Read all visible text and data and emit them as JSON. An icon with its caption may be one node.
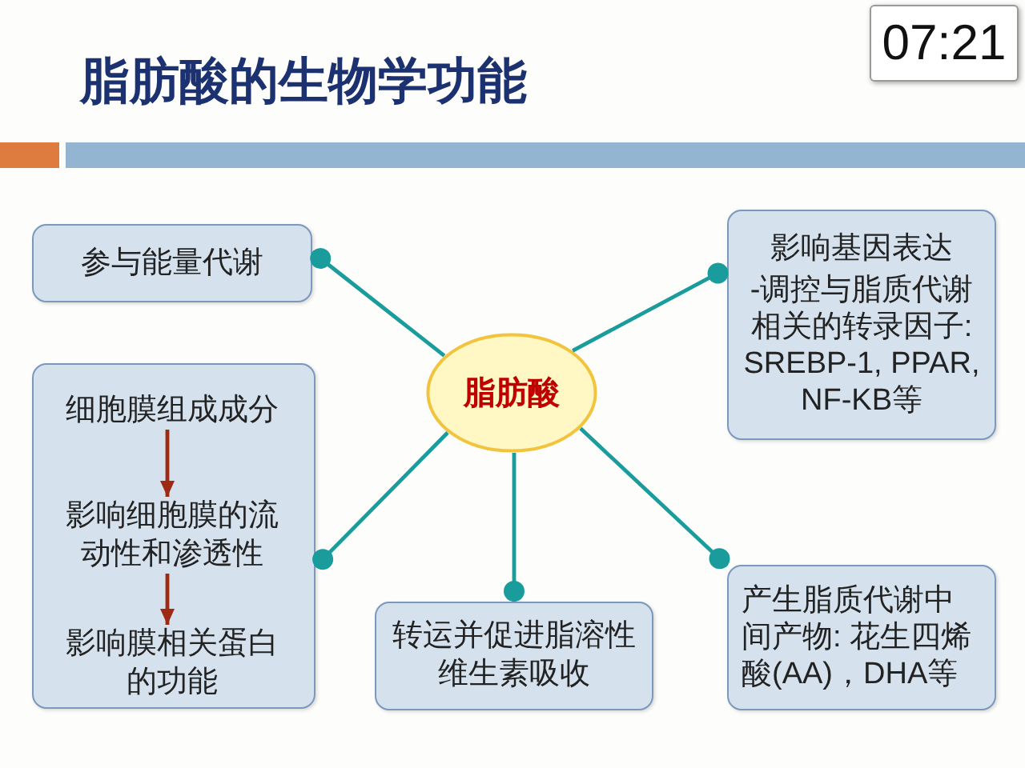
{
  "diagram": {
    "title": "脂肪酸的生物学功能",
    "nodes": [
      {
        "text": [
          "脂肪酸"
        ]
      },
      {
        "text": [
          "参与能量代谢"
        ]
      },
      {
        "text": [],
        "shape": "box"
      },
      {
        "text": [
          "细胞膜组成成分"
        ],
        "in": 2
      },
      {
        "text": [
          "影响细胞膜的流动性和渗透性"
        ],
        "in": 2
      },
      {
        "text": [
          "影响膜相关蛋白的功能"
        ],
        "in": 2
      },
      {
        "text": [
          "转运并促进脂溶性维生素吸收"
        ]
      },
      {
        "text": [
          "影响基因表达",
          "-调控与脂质代谢相关的转录因子: SREBP-1, PPAR, NF-KB等"
        ]
      },
      {
        "text": [
          "产生脂质代谢中间产物: 花生四烯酸(AA)，DHA等"
        ]
      }
    ],
    "edges": [
      {
        "from": 0,
        "to": 1,
        "arrow": "other"
      },
      {
        "from": 0,
        "to": 7,
        "arrow": "other"
      },
      {
        "from": 0,
        "to": 2,
        "arrow": "other"
      },
      {
        "from": 0,
        "to": 6,
        "arrow": "other"
      },
      {
        "from": 0,
        "to": 8,
        "arrow": "other"
      },
      {
        "from": 3,
        "to": 4,
        "arrow": "to",
        "color": "#9e2a14"
      },
      {
        "from": 4,
        "to": 5,
        "arrow": "to",
        "color": "#9e2a14"
      }
    ],
    "labels": [
      "07:21"
    ]
  }
}
